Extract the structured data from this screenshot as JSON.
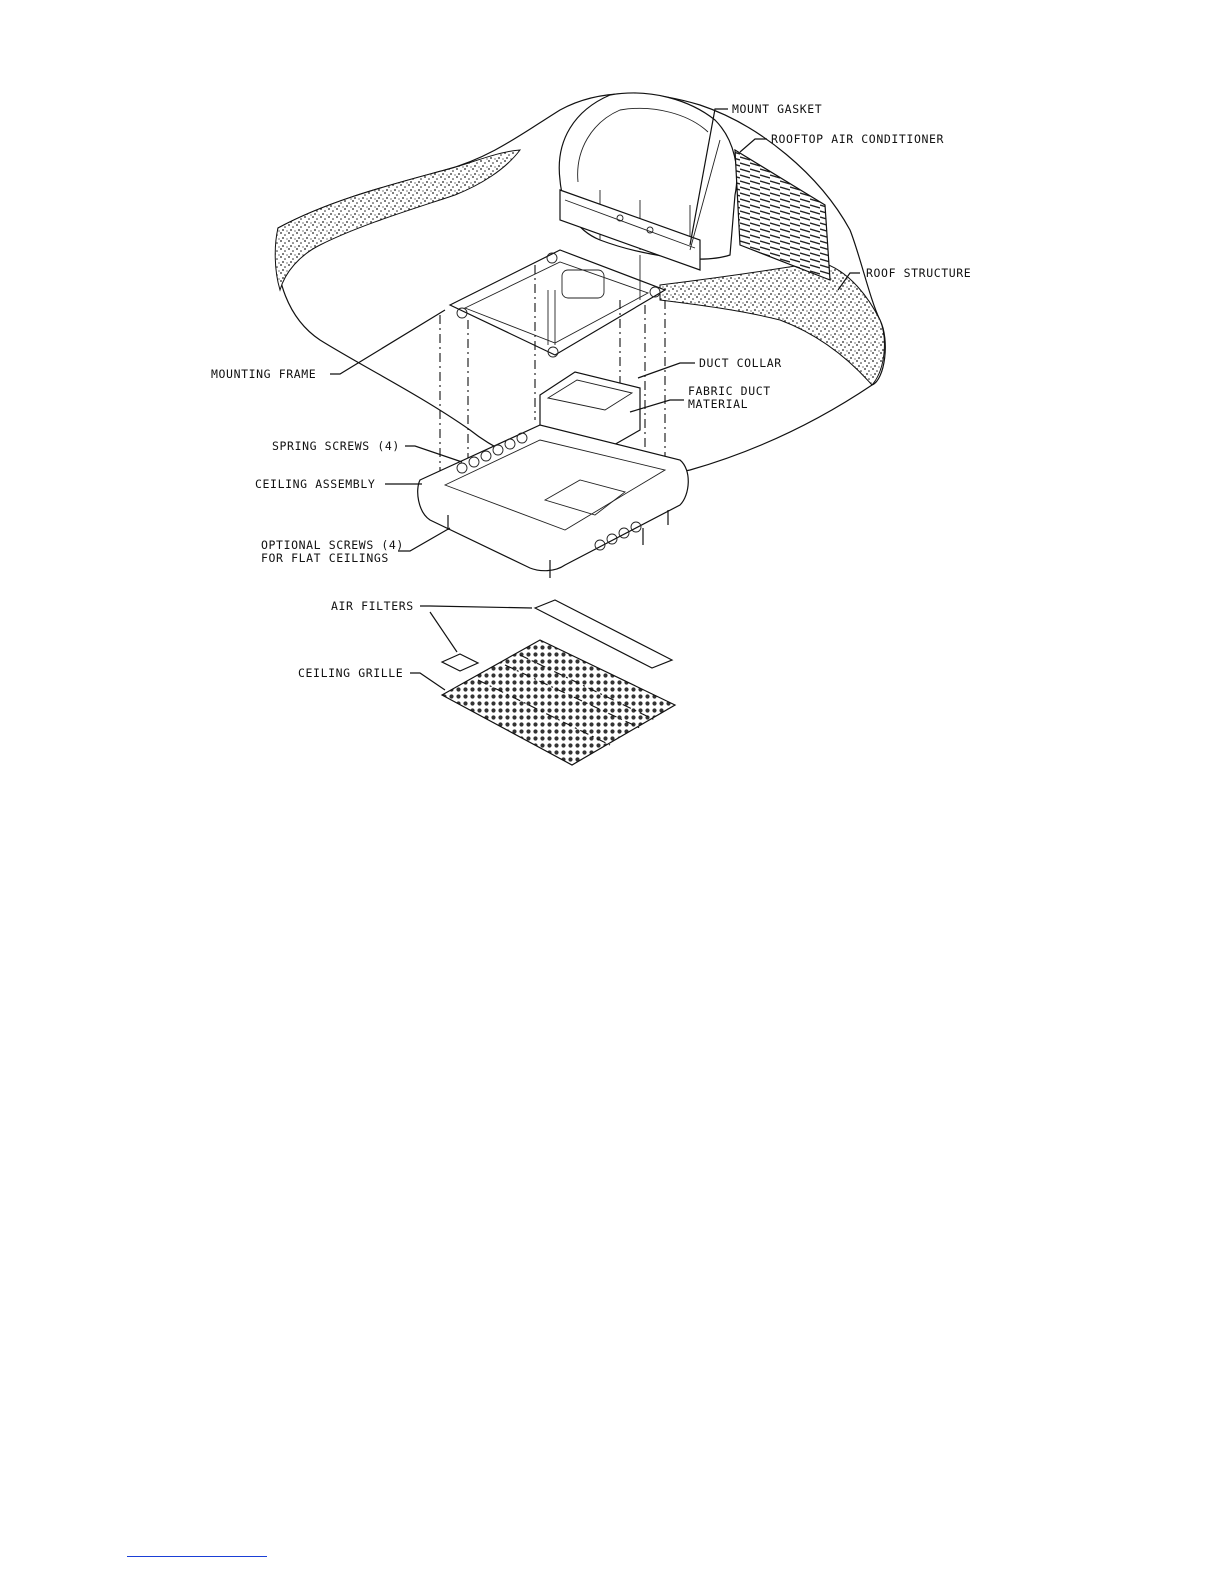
{
  "diagram": {
    "labels": {
      "mount_gasket": "MOUNT GASKET",
      "rooftop_air_conditioner": "ROOFTOP AIR CONDITIONER",
      "roof_structure": "ROOF STRUCTURE",
      "mounting_frame": "MOUNTING FRAME",
      "duct_collar": "DUCT COLLAR",
      "fabric_duct_line1": "FABRIC DUCT",
      "fabric_duct_line2": "MATERIAL",
      "spring_screws": "SPRING SCREWS (4)",
      "ceiling_assembly": "CEILING ASSEMBLY",
      "optional_screws_line1": "OPTIONAL SCREWS (4)",
      "optional_screws_line2": "FOR FLAT CEILINGS",
      "air_filters": "AIR FILTERS",
      "ceiling_grille": "CEILING GRILLE"
    }
  },
  "footer": {
    "rule_color": "#1a3fd6"
  }
}
